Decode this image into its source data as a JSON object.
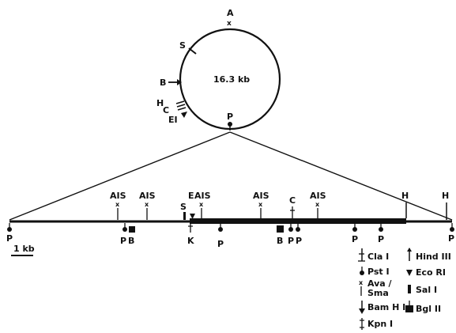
{
  "plasmid": {
    "size_label": "16.3 kb",
    "sites": {
      "A": "A",
      "S": "S",
      "B": "B",
      "H": "H",
      "C": "C",
      "EI": "EI",
      "P": "P"
    }
  },
  "map": {
    "scale_label": "1 kb",
    "top_labels": {
      "ais1": "AIS",
      "ais2": "AIS",
      "s": "S",
      "e": "E",
      "ais3": "AIS",
      "ais4": "AIS",
      "c": "C",
      "ais5": "AIS",
      "h1": "H",
      "h2": "H"
    },
    "bottom_labels": {
      "p_left": "P",
      "pb_p": "P",
      "pb_b": "B",
      "k": "K",
      "p_mid": "P",
      "b_right": "B",
      "pp1": "P",
      "pp2": "P",
      "p_r1": "P",
      "p_r2": "P",
      "p_end": "P"
    }
  },
  "legend": {
    "left": [
      "Cla I",
      "Pst I",
      "Ava / Sma",
      "Bam H I",
      "Kpn I"
    ],
    "ava_line1": "Ava /",
    "ava_line2": "Sma",
    "right": [
      "Hind III",
      "Eco RI",
      "Sal I",
      "Bgl II"
    ]
  }
}
